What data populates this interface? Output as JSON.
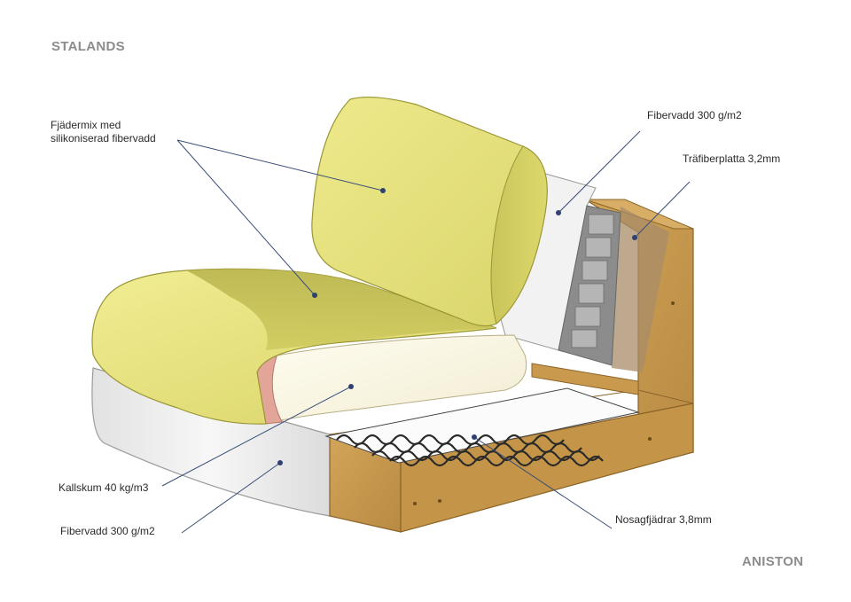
{
  "brands": {
    "top": "STALANDS",
    "bottom": "ANISTON"
  },
  "labels": {
    "feather_line1": "Fjädermix med",
    "feather_line2": "silikoniserad fibervadd",
    "fiber_top": "Fibervadd 300 g/m2",
    "hardboard": "Träfiberplatta 3,2mm",
    "cold_foam": "Kallskum 40 kg/m3",
    "fiber_bottom": "Fibervadd 300 g/m2",
    "springs": "Nosagfjädrar 3,8mm"
  },
  "colors": {
    "brand_text": "#8c8c8c",
    "cushion": "#e6e27a",
    "cushion_shadow": "#b8b54a",
    "wood": "#c79a52",
    "wood_dark": "#9b7230",
    "foam": "#fbf8e9",
    "pink_layer": "#e8a99a",
    "fiber_panel": "#eeeeee",
    "leader_line": "#3a4e78"
  }
}
